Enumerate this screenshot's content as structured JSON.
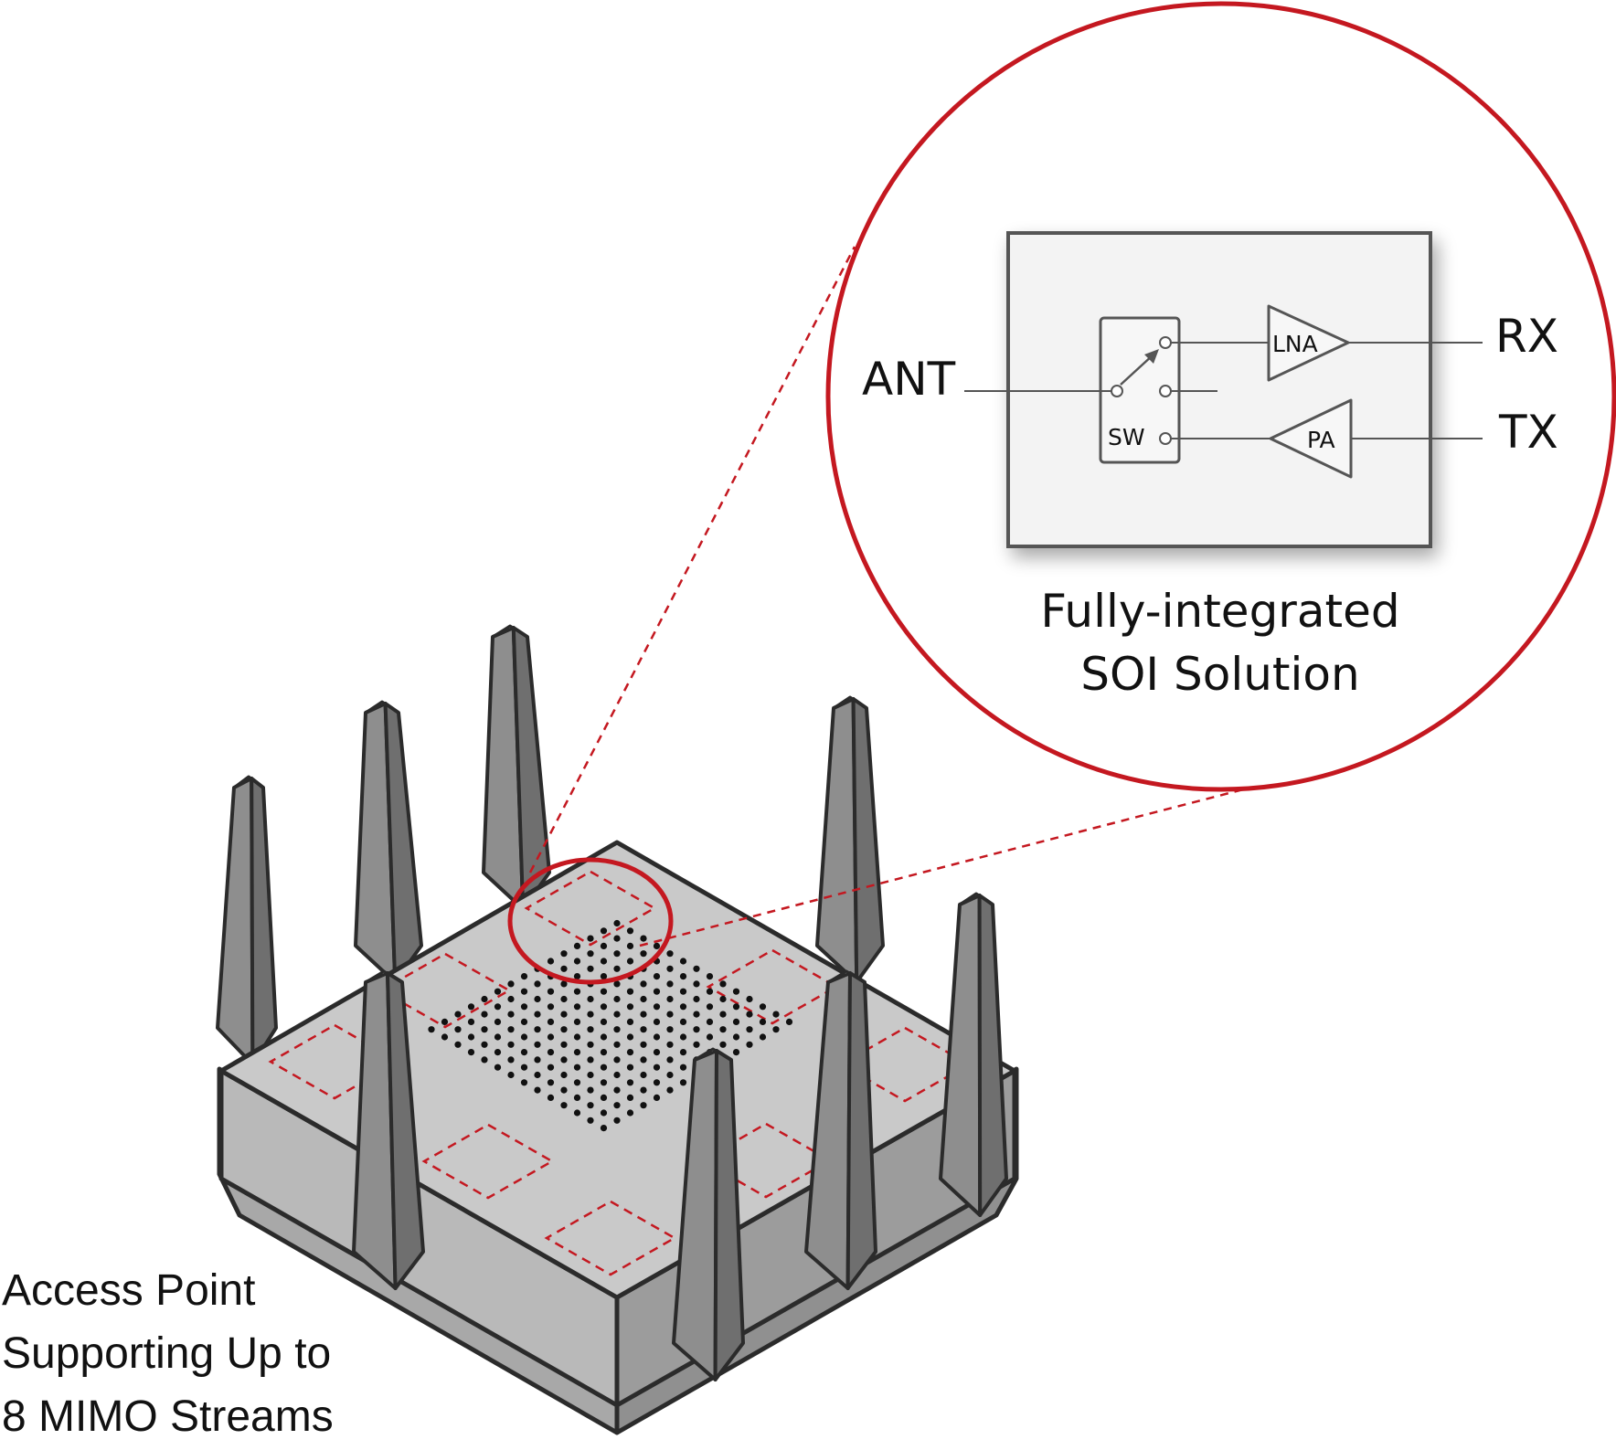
{
  "zoom": {
    "labels": {
      "ant": "ANT",
      "rx": "RX",
      "tx": "TX",
      "sw": "SW",
      "lna": "LNA",
      "pa": "PA"
    },
    "caption_line1": "Fully-integrated",
    "caption_line2": "SOI Solution"
  },
  "access_point": {
    "label_line1": "Access Point",
    "label_line2": "Supporting Up to",
    "label_line3": "8 MIMO Streams",
    "antenna_count": 8
  },
  "colors": {
    "accent_red": "#c41820",
    "router_top": "#c8c8c8",
    "router_side_left": "#b3b3b3",
    "router_side_right": "#9a9a9a",
    "antenna_front": "#8e8e8e",
    "antenna_side": "#6f6f6f",
    "chip_fill": "#f2f2f2",
    "outline": "#2b2b2b"
  }
}
